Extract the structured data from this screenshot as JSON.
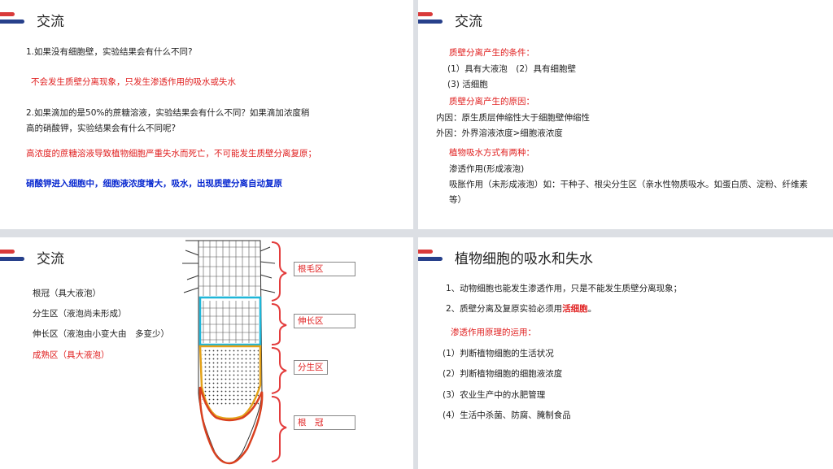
{
  "slide1": {
    "title": "交流",
    "q1": "1.如果没有细胞壁，实验结果会有什么不同?",
    "a1": "不会发生质壁分离现象，只发生渗透作用的吸水或失水",
    "q2_line1": "2.如果滴加的是50%的蔗糖溶液，实验结果会有什么不同？如果滴加浓度稍",
    "q2_line2": "高的硝酸钾，实验结果会有什么不同呢?",
    "a2": "高浓度的蔗糖溶液导致植物细胞严重失水而死亡，不可能发生质壁分离复原；",
    "a3": "硝酸钾进入细胞中，细胞液浓度增大，吸水，出现质壁分离自动复原"
  },
  "slide2": {
    "title": "交流",
    "cond_head": "质壁分离产生的条件：",
    "cond1": "(1）具有大液泡　(2）具有细胞壁",
    "cond2": "(3) 活细胞",
    "reason_head": "质壁分离产生的原因：",
    "reason1": "内因：原生质层伸缩性大于细胞壁伸缩性",
    "reason2": "外因：外界溶液浓度>细胞液浓度",
    "way_head": "植物吸水方式有两种：",
    "way1": "渗透作用(形成液泡)",
    "way2_line1": "吸胀作用（未形成液泡）如：干种子、根尖分生区（亲水性物质吸水。如蛋白质、淀粉、纤维素",
    "way2_line2": "等）"
  },
  "slide3": {
    "title": "交流",
    "items": [
      {
        "text": "根冠（具大液泡）",
        "color": "#222222"
      },
      {
        "text": "分生区（液泡尚未形成）",
        "color": "#222222"
      },
      {
        "text": "伸长区（液泡由小变大由　多变少）",
        "color": "#222222"
      },
      {
        "text": "成熟区（具大液泡）",
        "color": "#e02020"
      }
    ],
    "zones": [
      "根毛区",
      "伸长区",
      "分生区",
      "根　冠"
    ]
  },
  "slide4": {
    "title": "植物细胞的吸水和失水",
    "p1": "1、动物细胞也能发生渗透作用，只是不能发生质壁分离现象；",
    "p2_pre": "2、质壁分离及复原实验必须用",
    "p2_red": "活细胞",
    "p2_post": "。",
    "head": "渗透作用原理的运用：",
    "uses": [
      "(1）判断植物细胞的生活状况",
      "(2）判断植物细胞的细胞液浓度",
      "(3）农业生产中的水肥管理",
      "(4）生活中杀菌、防腐、腌制食品"
    ]
  },
  "colors": {
    "accent_red": "#e02020",
    "accent_blue": "#0a2ad0",
    "deco_red": "#d93a3a",
    "deco_blue": "#27408b"
  }
}
